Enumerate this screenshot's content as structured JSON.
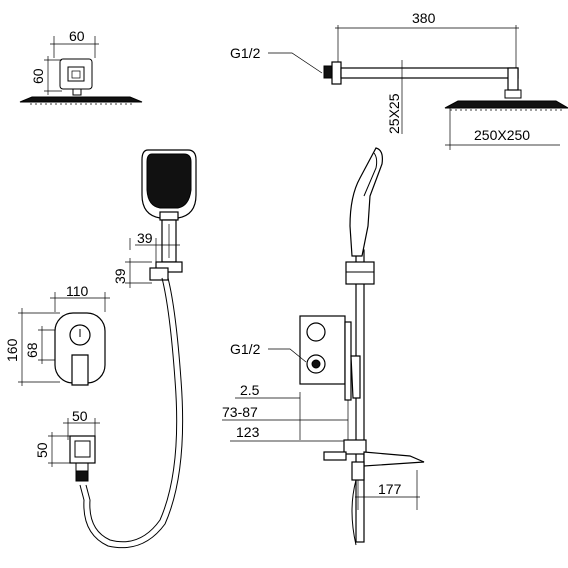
{
  "dimensions": {
    "shower_head_top_width": "60",
    "shower_head_top_height": "60",
    "arm_length": "380",
    "thread_top": "G1/2",
    "arm_height": "25X25",
    "head_size": "250X250",
    "holder_width": "39",
    "holder_height": "39",
    "plate_width": "110",
    "plate_height": "160",
    "plate_center": "68",
    "elbow_width": "50",
    "elbow_height": "50",
    "thread_valve": "G1/2",
    "plate_thickness": "2.5",
    "wall_depth": "73-87",
    "spout_offset": "123",
    "spout_length": "177"
  }
}
